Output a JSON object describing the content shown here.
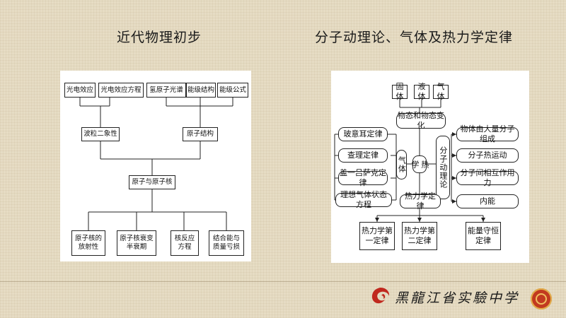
{
  "slide": {
    "left_title": "近代物理初步",
    "right_title": "分子动理论、气体及热力学定律"
  },
  "left_diagram": {
    "top_row": [
      "光电效应",
      "光电效应方程",
      "氢原子光谱",
      "能级结构",
      "能级公式"
    ],
    "wave_particle": "波粒二象性",
    "atomic_structure": "原子结构",
    "center": "原子与原子核",
    "bottom_row": [
      "原子核的\n放射性",
      "原子核衰变\n半衰期",
      "核反应\n方程",
      "结合能与\n质量亏损"
    ]
  },
  "right_diagram": {
    "states": [
      "固体",
      "液体",
      "气体"
    ],
    "phase_change": "物态和物态变化",
    "gas_laws": [
      "玻意耳定律",
      "查理定律",
      "盖一吕萨克定律",
      "理想气体状态方程"
    ],
    "gas": "气体",
    "thermal": "热学",
    "kinetic_theory": "分子动理论",
    "kinetic_items": [
      "物体由大量分子组成",
      "分子热运动",
      "分子间相互作用力",
      "内能"
    ],
    "thermo_laws": "热力学定律",
    "thermo_items": [
      "热力学第\n一定律",
      "热力学第\n二定律",
      "能量守恒\n定律"
    ]
  },
  "footer": {
    "school": "黑龍江省实驗中学"
  }
}
